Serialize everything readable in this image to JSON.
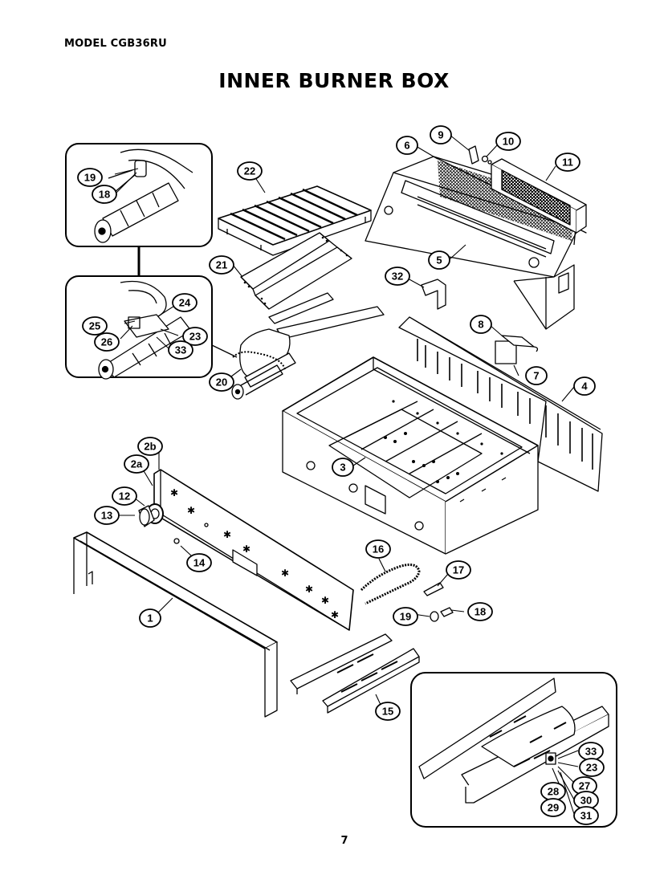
{
  "header": {
    "model": "MODEL CGB36RU",
    "title": "INNER BURNER BOX"
  },
  "footer": {
    "page_number": "7"
  },
  "callouts": [
    {
      "id": "c1",
      "label": "1"
    },
    {
      "id": "c2a",
      "label": "2a"
    },
    {
      "id": "c2b",
      "label": "2b"
    },
    {
      "id": "c3",
      "label": "3"
    },
    {
      "id": "c4",
      "label": "4"
    },
    {
      "id": "c5",
      "label": "5"
    },
    {
      "id": "c6",
      "label": "6"
    },
    {
      "id": "c7",
      "label": "7"
    },
    {
      "id": "c8",
      "label": "8"
    },
    {
      "id": "c9",
      "label": "9"
    },
    {
      "id": "c10",
      "label": "10"
    },
    {
      "id": "c11",
      "label": "11"
    },
    {
      "id": "c12",
      "label": "12"
    },
    {
      "id": "c13",
      "label": "13"
    },
    {
      "id": "c14",
      "label": "14"
    },
    {
      "id": "c15",
      "label": "15"
    },
    {
      "id": "c16",
      "label": "16"
    },
    {
      "id": "c17",
      "label": "17"
    },
    {
      "id": "c18",
      "label": "18"
    },
    {
      "id": "c19",
      "label": "19"
    },
    {
      "id": "c20",
      "label": "20"
    },
    {
      "id": "c21",
      "label": "21"
    },
    {
      "id": "c22",
      "label": "22"
    },
    {
      "id": "c32",
      "label": "32"
    },
    {
      "id": "i1_19",
      "label": "19"
    },
    {
      "id": "i1_18",
      "label": "18"
    },
    {
      "id": "i2_24",
      "label": "24"
    },
    {
      "id": "i2_25",
      "label": "25"
    },
    {
      "id": "i2_26",
      "label": "26"
    },
    {
      "id": "i2_23",
      "label": "23"
    },
    {
      "id": "i2_33",
      "label": "33"
    },
    {
      "id": "i3_33",
      "label": "33"
    },
    {
      "id": "i3_23",
      "label": "23"
    },
    {
      "id": "i3_27",
      "label": "27"
    },
    {
      "id": "i3_28",
      "label": "28"
    },
    {
      "id": "i3_29",
      "label": "29"
    },
    {
      "id": "i3_30",
      "label": "30"
    },
    {
      "id": "i3_31",
      "label": "31"
    }
  ]
}
